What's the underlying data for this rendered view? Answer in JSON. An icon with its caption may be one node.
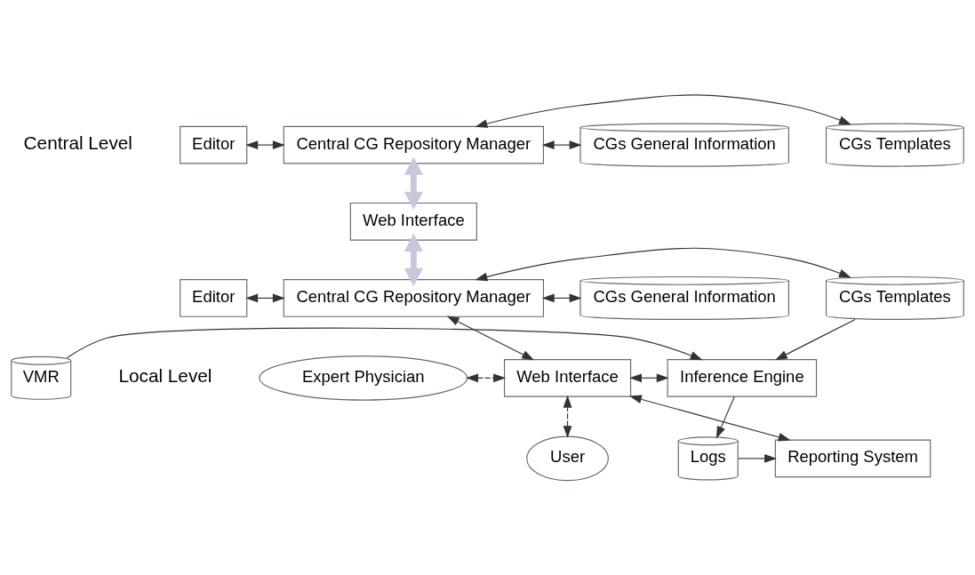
{
  "diagram": {
    "nodes": [
      {
        "text": [
          "Editor"
        ]
      },
      {
        "text": [
          "Central CG Repository Manager"
        ]
      },
      {
        "text": [
          "CGs General Information"
        ]
      },
      {
        "text": [
          "CGs Templates"
        ]
      },
      {
        "text": [
          "Web Interface"
        ]
      },
      {
        "text": [
          "Editor"
        ]
      },
      {
        "text": [
          "Central CG Repository Manager"
        ]
      },
      {
        "text": [
          "CGs General Information"
        ]
      },
      {
        "text": [
          "CGs Templates"
        ]
      },
      {
        "text": [
          "Web Interface"
        ]
      },
      {
        "text": [
          "Expert Physician"
        ]
      },
      {
        "text": [
          "User"
        ]
      },
      {
        "text": [
          "Inference Engine"
        ]
      },
      {
        "text": [
          "VMR"
        ]
      },
      {
        "text": [
          "Logs"
        ]
      },
      {
        "text": [
          "Reporting System"
        ]
      }
    ],
    "edges": [
      {
        "from": 0,
        "to": 1,
        "arrow": "both"
      },
      {
        "from": 1,
        "to": 2,
        "arrow": "both"
      },
      {
        "from": 1,
        "to": 3,
        "arrow": "both"
      },
      {
        "from": 1,
        "to": 4,
        "arrow": "both",
        "style": "thick",
        "color": "#c8c8dc"
      },
      {
        "from": 4,
        "to": 6,
        "arrow": "both",
        "style": "thick",
        "color": "#c8c8dc"
      },
      {
        "from": 5,
        "to": 6,
        "arrow": "both"
      },
      {
        "from": 6,
        "to": 7,
        "arrow": "both"
      },
      {
        "from": 6,
        "to": 8,
        "arrow": "both"
      },
      {
        "from": 9,
        "to": 6,
        "arrow": "both"
      },
      {
        "from": 10,
        "to": 9,
        "arrow": "both",
        "style": "dashed"
      },
      {
        "from": 11,
        "to": 9,
        "arrow": "both",
        "style": "dashed"
      },
      {
        "from": 9,
        "to": 12,
        "arrow": "both"
      },
      {
        "from": 9,
        "to": 15,
        "arrow": "both"
      },
      {
        "from": 8,
        "to": 12,
        "arrow": "to"
      },
      {
        "from": 13,
        "to": 12,
        "arrow": "to"
      },
      {
        "from": 12,
        "to": 14,
        "arrow": "to"
      },
      {
        "from": 14,
        "to": 15,
        "arrow": "to"
      }
    ],
    "labels": [
      "Central Level",
      "Local Level"
    ]
  }
}
